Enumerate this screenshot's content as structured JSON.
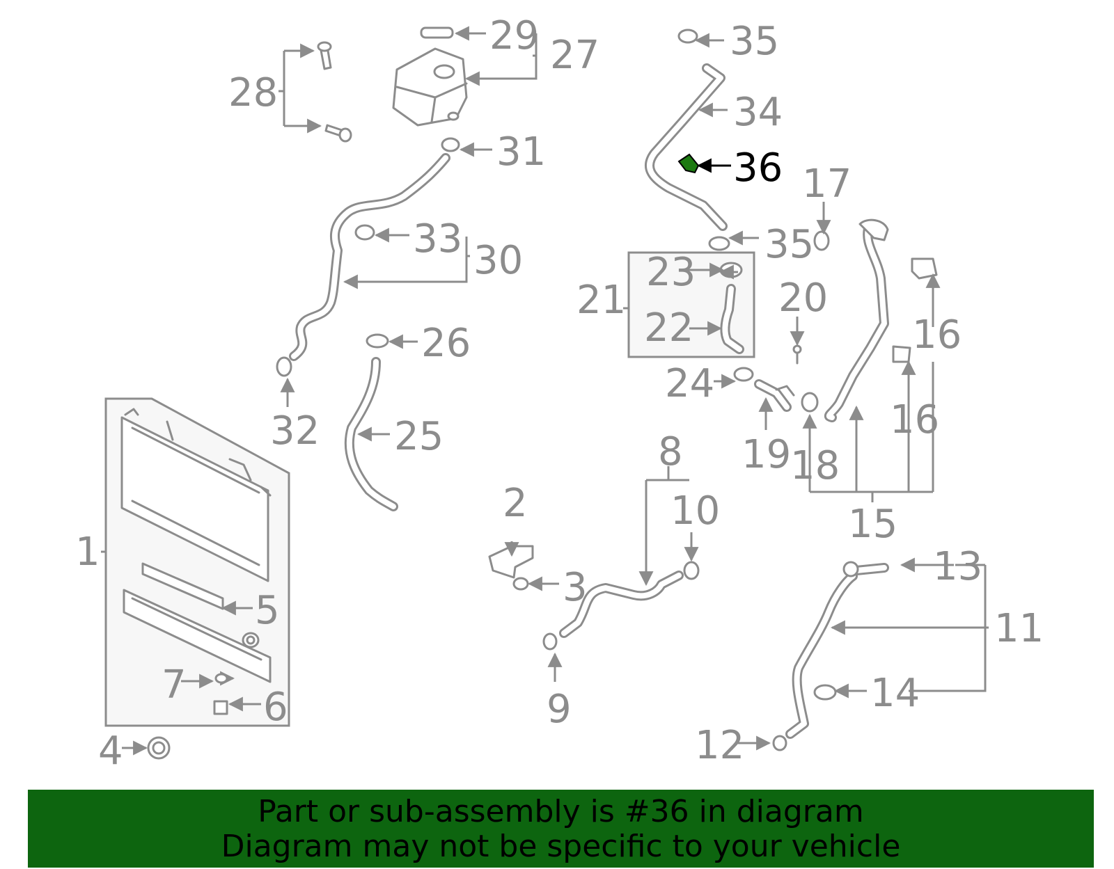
{
  "diagram": {
    "highlighted_part": "36",
    "highlight_color": "#1d7a12",
    "line_color": "#8c8c8c",
    "part_labels": [
      "1",
      "2",
      "3",
      "4",
      "5",
      "6",
      "7",
      "8",
      "9",
      "10",
      "11",
      "12",
      "13",
      "14",
      "15",
      "16",
      "16",
      "17",
      "18",
      "19",
      "20",
      "21",
      "22",
      "23",
      "24",
      "25",
      "26",
      "27",
      "28",
      "29",
      "30",
      "31",
      "32",
      "33",
      "34",
      "35",
      "35",
      "36"
    ]
  },
  "footer": {
    "background_color": "#0d650f",
    "line1": "Part or sub-assembly is #36 in diagram",
    "line2": "Diagram may not be specific to your vehicle"
  }
}
